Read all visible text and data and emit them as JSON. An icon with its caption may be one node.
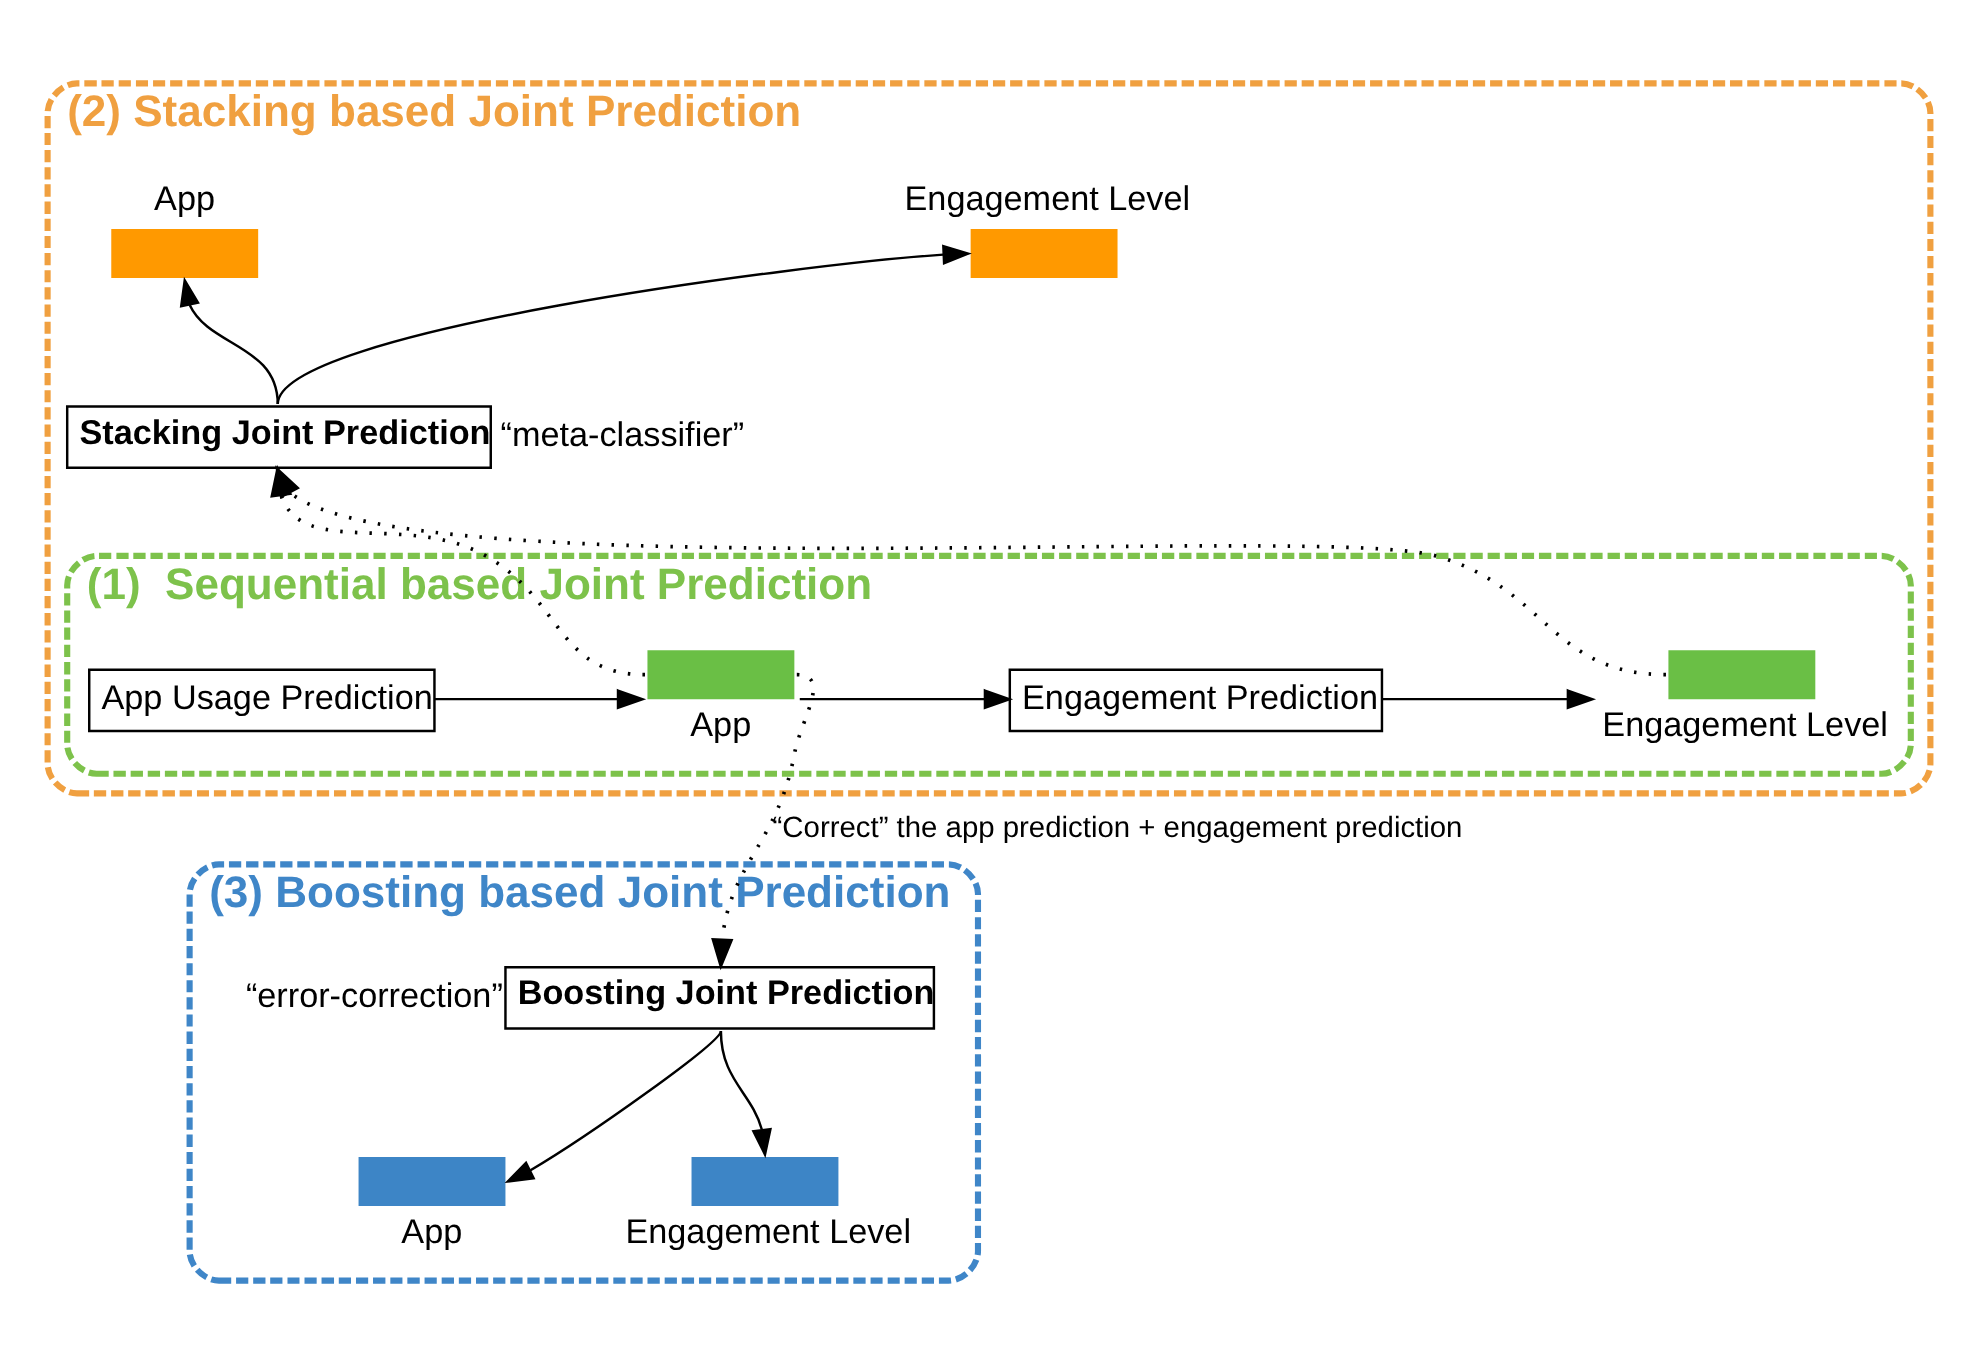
{
  "diagram": {
    "nodes": [
      {
        "text": [
          "(2) Stacking based Joint Prediction"
        ]
      },
      {
        "text": [],
        "shape": "bar",
        "beside": [
          "App"
        ],
        "in": 0
      },
      {
        "text": [],
        "shape": "bar",
        "beside": [
          "Engagement Level"
        ],
        "in": 0
      },
      {
        "text": [
          "Stacking Joint Prediction"
        ],
        "beside": [
          "“meta-classifier”"
        ],
        "in": 0
      },
      {
        "text": [
          "(1)  Sequential based Joint Prediction"
        ],
        "in": 0
      },
      {
        "text": [
          "App Usage Prediction"
        ],
        "in": 4
      },
      {
        "text": [],
        "shape": "bar",
        "beside": [
          "App"
        ],
        "in": 4
      },
      {
        "text": [
          "Engagement Prediction"
        ],
        "in": 4
      },
      {
        "text": [],
        "shape": "bar",
        "beside": [
          "Engagement Level"
        ],
        "in": 4
      },
      {
        "text": [
          "(3) Boosting based Joint Prediction"
        ]
      },
      {
        "text": [
          "Boosting Joint Prediction"
        ],
        "beside": [
          "“error-correction”"
        ],
        "in": 9
      },
      {
        "text": [],
        "shape": "bar",
        "beside": [
          "App"
        ],
        "in": 9
      },
      {
        "text": [],
        "shape": "bar",
        "beside": [
          "Engagement Level"
        ],
        "in": 9
      }
    ],
    "edges": [
      {
        "from": 3,
        "to": 1,
        "arrow": "to"
      },
      {
        "from": 3,
        "to": 2,
        "arrow": "to"
      },
      {
        "from": 6,
        "to": 3,
        "arrow": "to",
        "style": "dashed"
      },
      {
        "from": 8,
        "to": 3,
        "arrow": "to",
        "style": "dashed"
      },
      {
        "from": 5,
        "to": 6,
        "arrow": "to"
      },
      {
        "from": 6,
        "to": 7,
        "arrow": "to"
      },
      {
        "from": 7,
        "to": 8,
        "arrow": "to"
      },
      {
        "from": 6,
        "to": 10,
        "arrow": "to",
        "style": "dashed",
        "label": "“Correct” the app prediction + engagement prediction"
      },
      {
        "from": 10,
        "to": 11,
        "arrow": "to"
      },
      {
        "from": 10,
        "to": 12,
        "arrow": "to"
      }
    ]
  }
}
